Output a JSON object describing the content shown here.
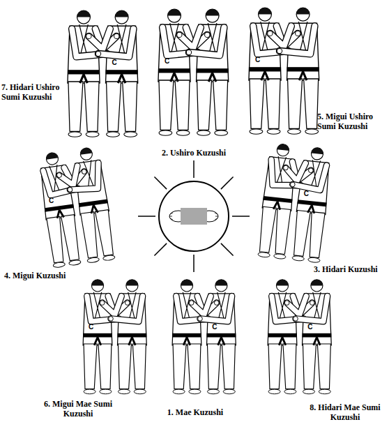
{
  "diagram": {
    "labels": [
      "7. Hidari Ushiro Sumi Kuzushi",
      "2. Ushiro Kuzushi",
      "5. Migui Ushiro Sumi Kuzushi",
      "4. Migui Kuzushi",
      "3. Hidari Kuzushi",
      "6. Migui Mae Sumi Kuzushi",
      "1. Mae Kuzushi",
      "8. Hidari Mae Sumi Kuzushi",
      "C",
      "C",
      "C",
      "C",
      "C",
      "C",
      "C",
      "C"
    ]
  }
}
